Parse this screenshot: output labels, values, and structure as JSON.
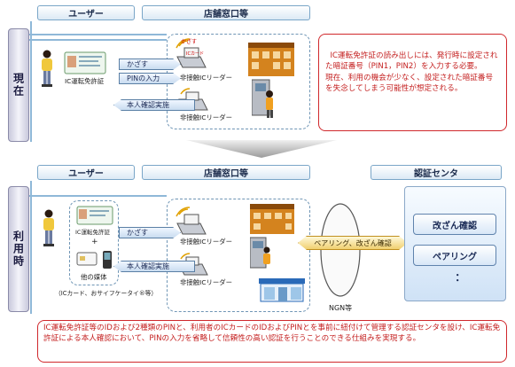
{
  "top": {
    "header_user": "ユーザー",
    "header_store": "店舗窓口等",
    "side_label": "現在",
    "license_label": "IC運転免許証",
    "reader_label_1": "非接触ICリーダー",
    "reader_label_2": "非接触ICリーダー",
    "arrow_hold": "かざす",
    "arrow_pin": "PINの入力",
    "arrow_verify": "本人確認実施",
    "reader_badge": "かざす",
    "note": "IC運転免許証の読み出しには、発行時に設定された暗証番号（PIN1，PIN2）を入力する必要。\n現在、利用の機会が少なく、設定された暗証番号を失念してしまう可能性が想定される。"
  },
  "bottom": {
    "header_user": "ユーザー",
    "header_store": "店舗窓口等",
    "header_ca": "認証センタ",
    "side_label": "利用時",
    "license_label": "IC運転免許証",
    "plus": "+",
    "other_media": "他の媒体",
    "media_note": "（ICカード、おサイフケータイ®等）",
    "reader_label_1": "非接触ICリーダー",
    "reader_label_2": "非接触ICリーダー",
    "arrow_hold": "かざす",
    "arrow_verify": "本人確認実施",
    "pairing_arrow": "ペアリング、改ざん確認",
    "ngn_label": "NGN等",
    "ca_items": [
      "改ざん確認",
      "ペアリング",
      "："
    ],
    "note": "IC運転免許証等のIDおよび2種類のPINと、利用者のICカードのIDおよびPINとを事前に紐付けて管理する認証センタを設け、IC運転免許証による本人確認において、PINの入力を省略して信頼性の高い認証を行うことのできる仕組みを実現する。"
  },
  "colors": {
    "accent_blue": "#8fb8d8",
    "note_red": "#d0282c"
  }
}
